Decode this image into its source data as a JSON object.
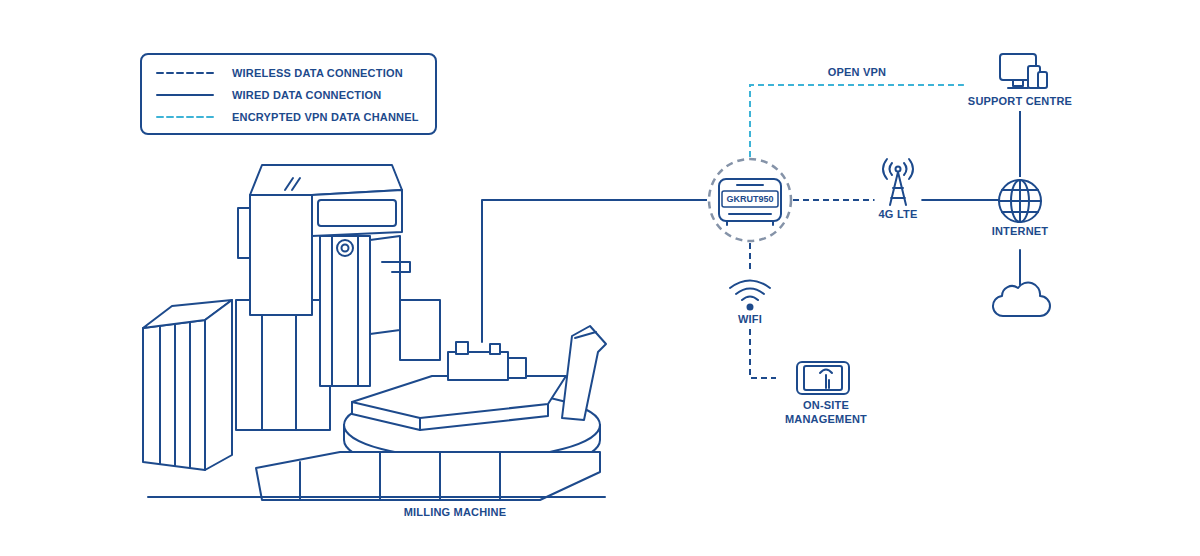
{
  "diagram": {
    "nodes": [
      {
        "text": [
          "MILLING MACHINE"
        ]
      },
      {
        "text": [
          "GKRUT950"
        ]
      },
      {
        "text": [
          "SUPPORT CENTRE"
        ]
      },
      {
        "text": [
          "4G LTE"
        ]
      },
      {
        "text": [
          "INTERNET"
        ]
      },
      {
        "text": [
          "WIFI"
        ]
      },
      {
        "text": [
          "ON-SITE MANAGEMENT"
        ]
      }
    ],
    "edges": [
      {
        "from": 0,
        "to": 1,
        "arrow": "none"
      },
      {
        "from": 1,
        "to": 2,
        "label": "OPEN VPN",
        "arrow": "none"
      },
      {
        "from": 1,
        "to": 3,
        "arrow": "none"
      },
      {
        "from": 3,
        "to": 4,
        "arrow": "none"
      },
      {
        "from": 2,
        "to": 4,
        "arrow": "none"
      },
      {
        "from": 1,
        "to": 5,
        "arrow": "none"
      },
      {
        "from": 5,
        "to": 6,
        "arrow": "none"
      }
    ],
    "legend": [
      {
        "text": "WIRELESS DATA CONNECTION"
      },
      {
        "text": "WIRED DATA CONNECTION"
      },
      {
        "text": "ENCRYPTED VPN DATA CHANNEL"
      }
    ]
  }
}
